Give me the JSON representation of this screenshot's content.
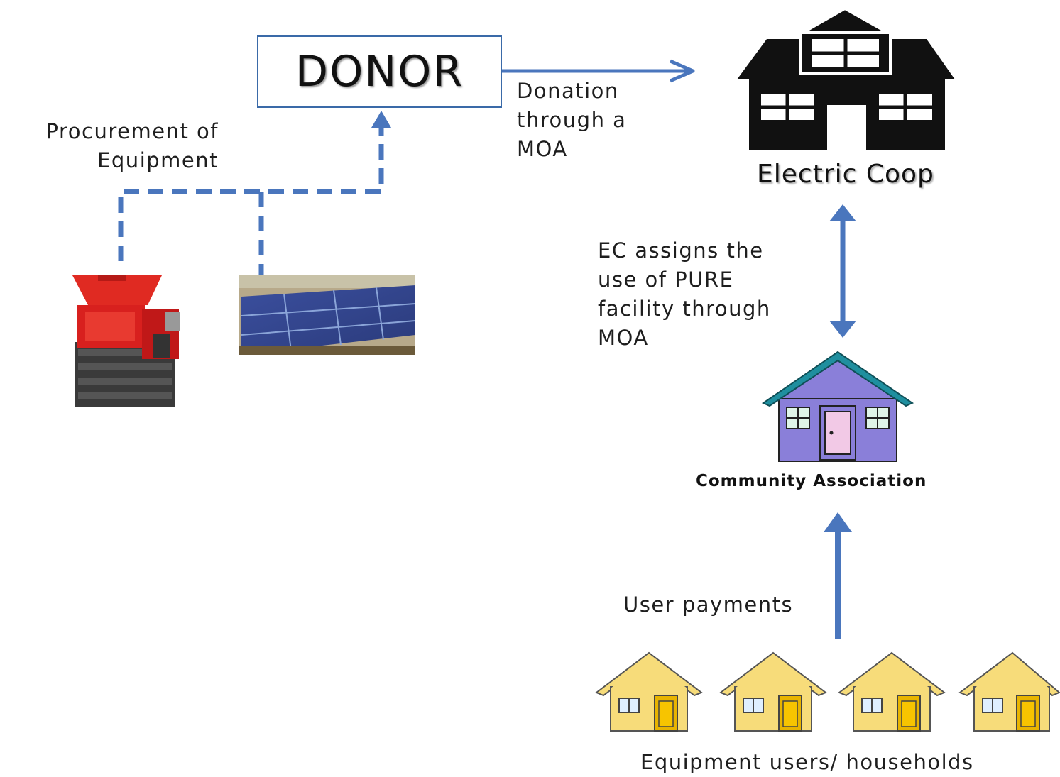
{
  "donor": {
    "label": "DONOR"
  },
  "electric_coop": {
    "label": "Electric Coop"
  },
  "community_association": {
    "label": "Community Association"
  },
  "households": {
    "label": "Equipment users/ households"
  },
  "edges": {
    "donation": "Donation\nthrough a\nMOA",
    "procurement": "Procurement of\nEquipment",
    "ec_assigns": "EC assigns the\nuse of PURE\nfacility through\nMOA",
    "user_payments": "User payments"
  },
  "colors": {
    "arrow": "#4a76bd",
    "donor_border": "#3a6aa8",
    "coop_house": "#111111",
    "community_house": "#8a7fd9",
    "community_roof": "#1f8f9f",
    "household_house": "#f7dc7a",
    "household_door": "#e8b400"
  },
  "icons": {
    "electric_coop": "house-icon",
    "community_association": "house-icon",
    "households": "house-icon",
    "rice_mill": "rice-mill-machine-icon",
    "solar_panel": "solar-panel-icon"
  }
}
